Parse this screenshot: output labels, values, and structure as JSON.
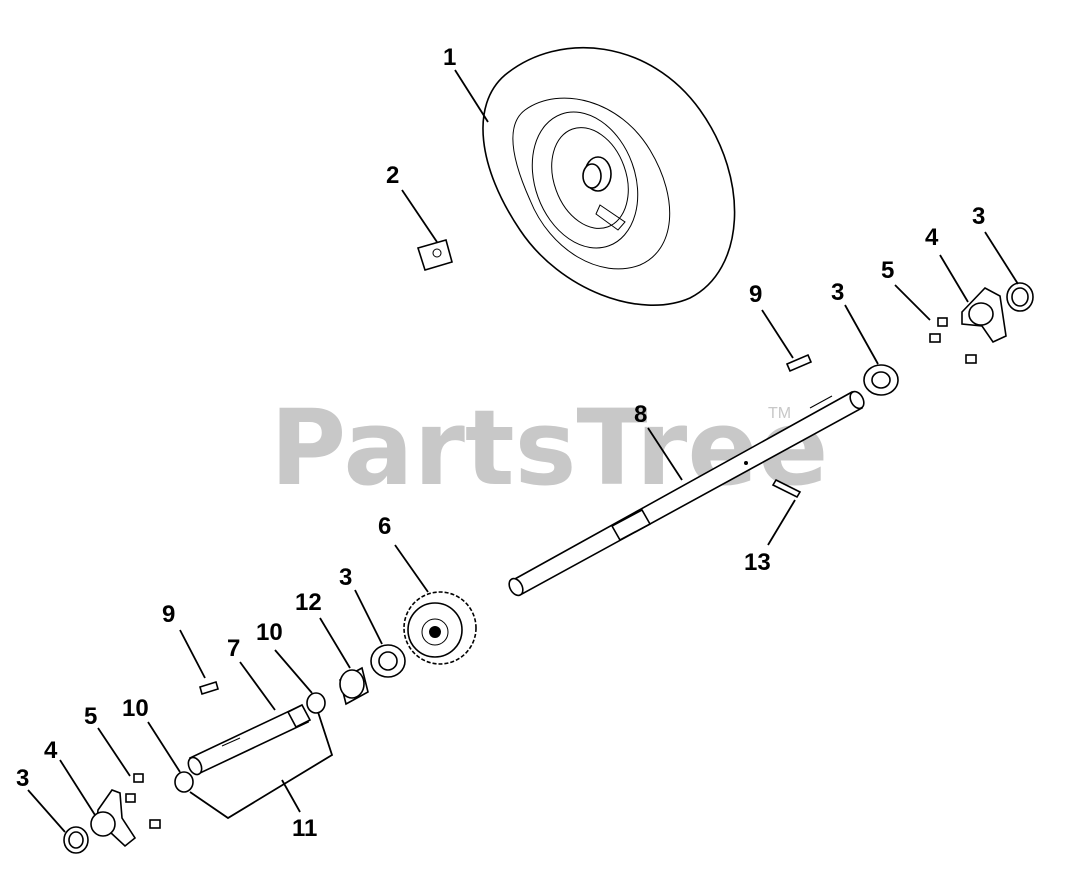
{
  "watermark": {
    "text": "PartsTree",
    "trademark": "TM"
  },
  "callouts": [
    "1",
    "2",
    "3",
    "3",
    "3",
    "3",
    "4",
    "4",
    "5",
    "5",
    "6",
    "7",
    "8",
    "9",
    "9",
    "10",
    "10",
    "11",
    "12",
    "13"
  ]
}
